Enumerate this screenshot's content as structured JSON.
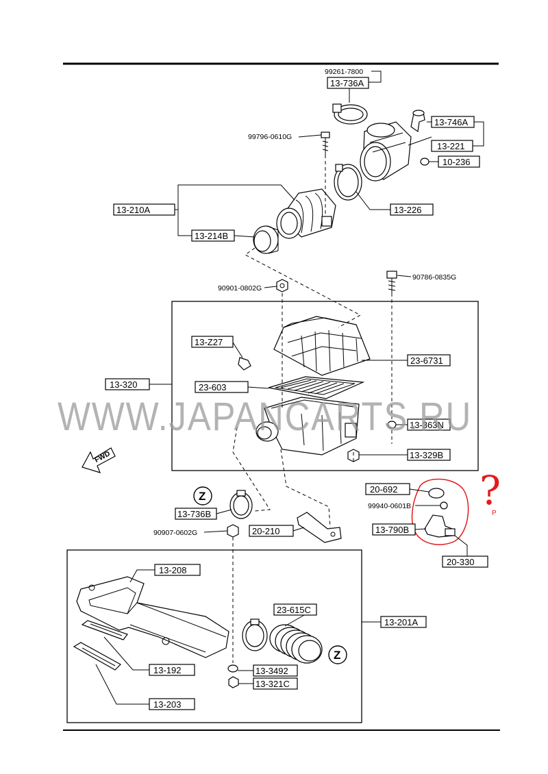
{
  "watermark": "WWW.JAPANCARTS.RU",
  "fwd_label": "FWD",
  "z_marker": "Z",
  "question_mark": "?",
  "small_mark": "P",
  "part_labels": {
    "p99261_7800": "99261-7800",
    "p13_736A": "13-736A",
    "p13_746A": "13-746A",
    "p13_221": "13-221",
    "p10_236": "10-236",
    "p99796_0610G": "99796-0610G",
    "p13_210A": "13-210A",
    "p13_226": "13-226",
    "p13_214B": "13-214B",
    "p90901_0802G": "90901-0802G",
    "p90786_0835G": "90786-0835G",
    "p13_Z27": "13-Z27",
    "p23_6731": "23-6731",
    "p13_320": "13-320",
    "p23_603": "23-603",
    "p13_363N": "13-363N",
    "p13_329B": "13-329B",
    "p20_692": "20-692",
    "p99940_0601B": "99940-0601B",
    "p13_790B": "13-790B",
    "p20_330": "20-330",
    "p13_736B": "13-736B",
    "p90907_0602G": "90907-0602G",
    "p20_210": "20-210",
    "p13_208": "13-208",
    "p23_615C": "23-615C",
    "p13_201A": "13-201A",
    "p13_192": "13-192",
    "p13_3492": "13-3492",
    "p13_321C": "13-321C",
    "p13_203": "13-203"
  }
}
